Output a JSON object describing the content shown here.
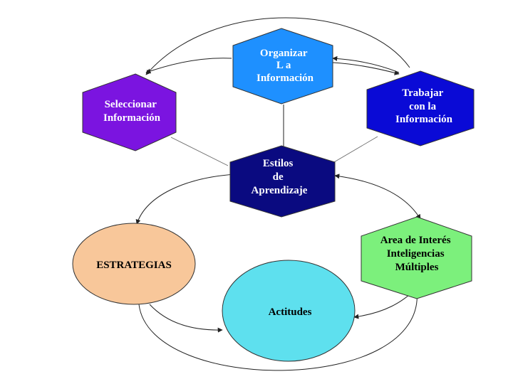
{
  "nodes": {
    "organizar": {
      "lines": [
        "Organizar",
        "L a",
        "Información"
      ],
      "color": "#1e90ff",
      "text_color": "#ffffff"
    },
    "seleccionar": {
      "lines": [
        "Seleccionar",
        "Información"
      ],
      "color": "#7b14e0",
      "text_color": "#ffffff"
    },
    "trabajar": {
      "lines": [
        "Trabajar",
        "con la",
        "Información"
      ],
      "color": "#0a0ad6",
      "text_color": "#ffffff"
    },
    "estilos": {
      "lines": [
        "Estilos",
        "de",
        "Aprendizaje"
      ],
      "color": "#0a0a80",
      "text_color": "#ffffff"
    },
    "estrategias": {
      "lines": [
        "ESTRATEGIAS"
      ],
      "color": "#f8c79a",
      "text_color": "#000000"
    },
    "actitudes": {
      "lines": [
        "Actitudes"
      ],
      "color": "#5ee0ee",
      "text_color": "#000000"
    },
    "area": {
      "lines": [
        "Area de Interés",
        "Inteligencias",
        "Múltiples"
      ],
      "color": "#7cf07c",
      "text_color": "#000000"
    }
  }
}
